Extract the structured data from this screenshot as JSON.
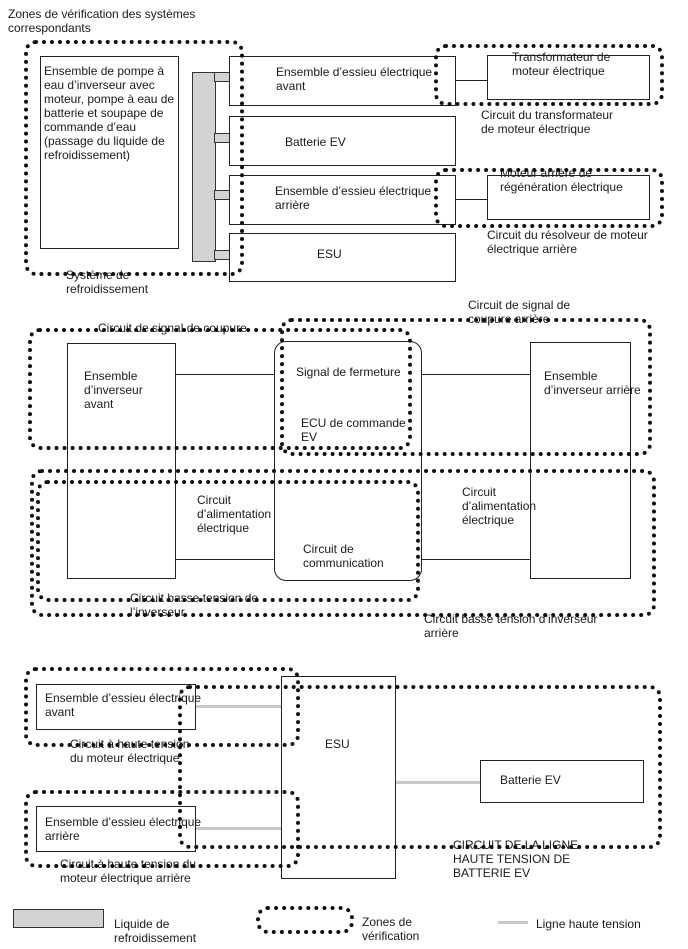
{
  "section1": {
    "zone_title": "Zones de vérification des systèmes correspondants",
    "pump_box": "Ensemble de pompe à eau d’inverseur avec moteur, pompe à eau de batterie et soupape de commande d’eau (passage du liquide de refroidissement)",
    "front_axle": "Ensemble d’essieu électrique avant",
    "battery": "Batterie EV",
    "rear_axle": "Ensemble d’essieu électrique arrière",
    "esu": "ESU",
    "transformer": "Transformateur de moteur électrique",
    "transformer_circuit": "Circuit du transformateur de moteur électrique",
    "resolver": "Moteur arrière de régénération électrique",
    "resolver_circuit": "Circuit du résolveur de moteur électrique arrière",
    "cooling_system": "Système de refroidissement"
  },
  "section2": {
    "front_cutoff": "Circuit de signal de coupure",
    "rear_cutoff": "Circuit de signal de coupure arrière",
    "front_inverter": "Ensemble d’inverseur avant",
    "rear_inverter": "Ensemble d’inverseur arrière",
    "closing_signal": "Signal de fermeture",
    "ecu": "ECU de commande EV",
    "power_left": "Circuit d’alimentation électrique",
    "power_right": "Circuit d’alimentation électrique",
    "communication": "Circuit de communication",
    "front_lv": "Circuit basse tension de l’inverseur",
    "rear_lv": "Circuit basse tension d’inverseur arrière"
  },
  "section3": {
    "front_axle": "Ensemble d’essieu électrique avant",
    "front_hv": "Circuit à haute tension du moteur électrique",
    "rear_axle": "Ensemble d’essieu électrique arrière",
    "rear_hv": "Circuit à haute tension du moteur électrique arrière",
    "esu": "ESU",
    "battery": "Batterie EV",
    "battery_circuit": "CIRCUIT DE LA LIGNE HAUTE TENSION DE BATTERIE EV"
  },
  "legend": {
    "coolant": "Liquide de refroidissement",
    "zones": "Zones de vérification",
    "hv_line": "Ligne haute tension"
  },
  "colors": {
    "coolant": "#d3d3d3",
    "hv_line": "#c8c8c8",
    "lines": "#222222"
  }
}
